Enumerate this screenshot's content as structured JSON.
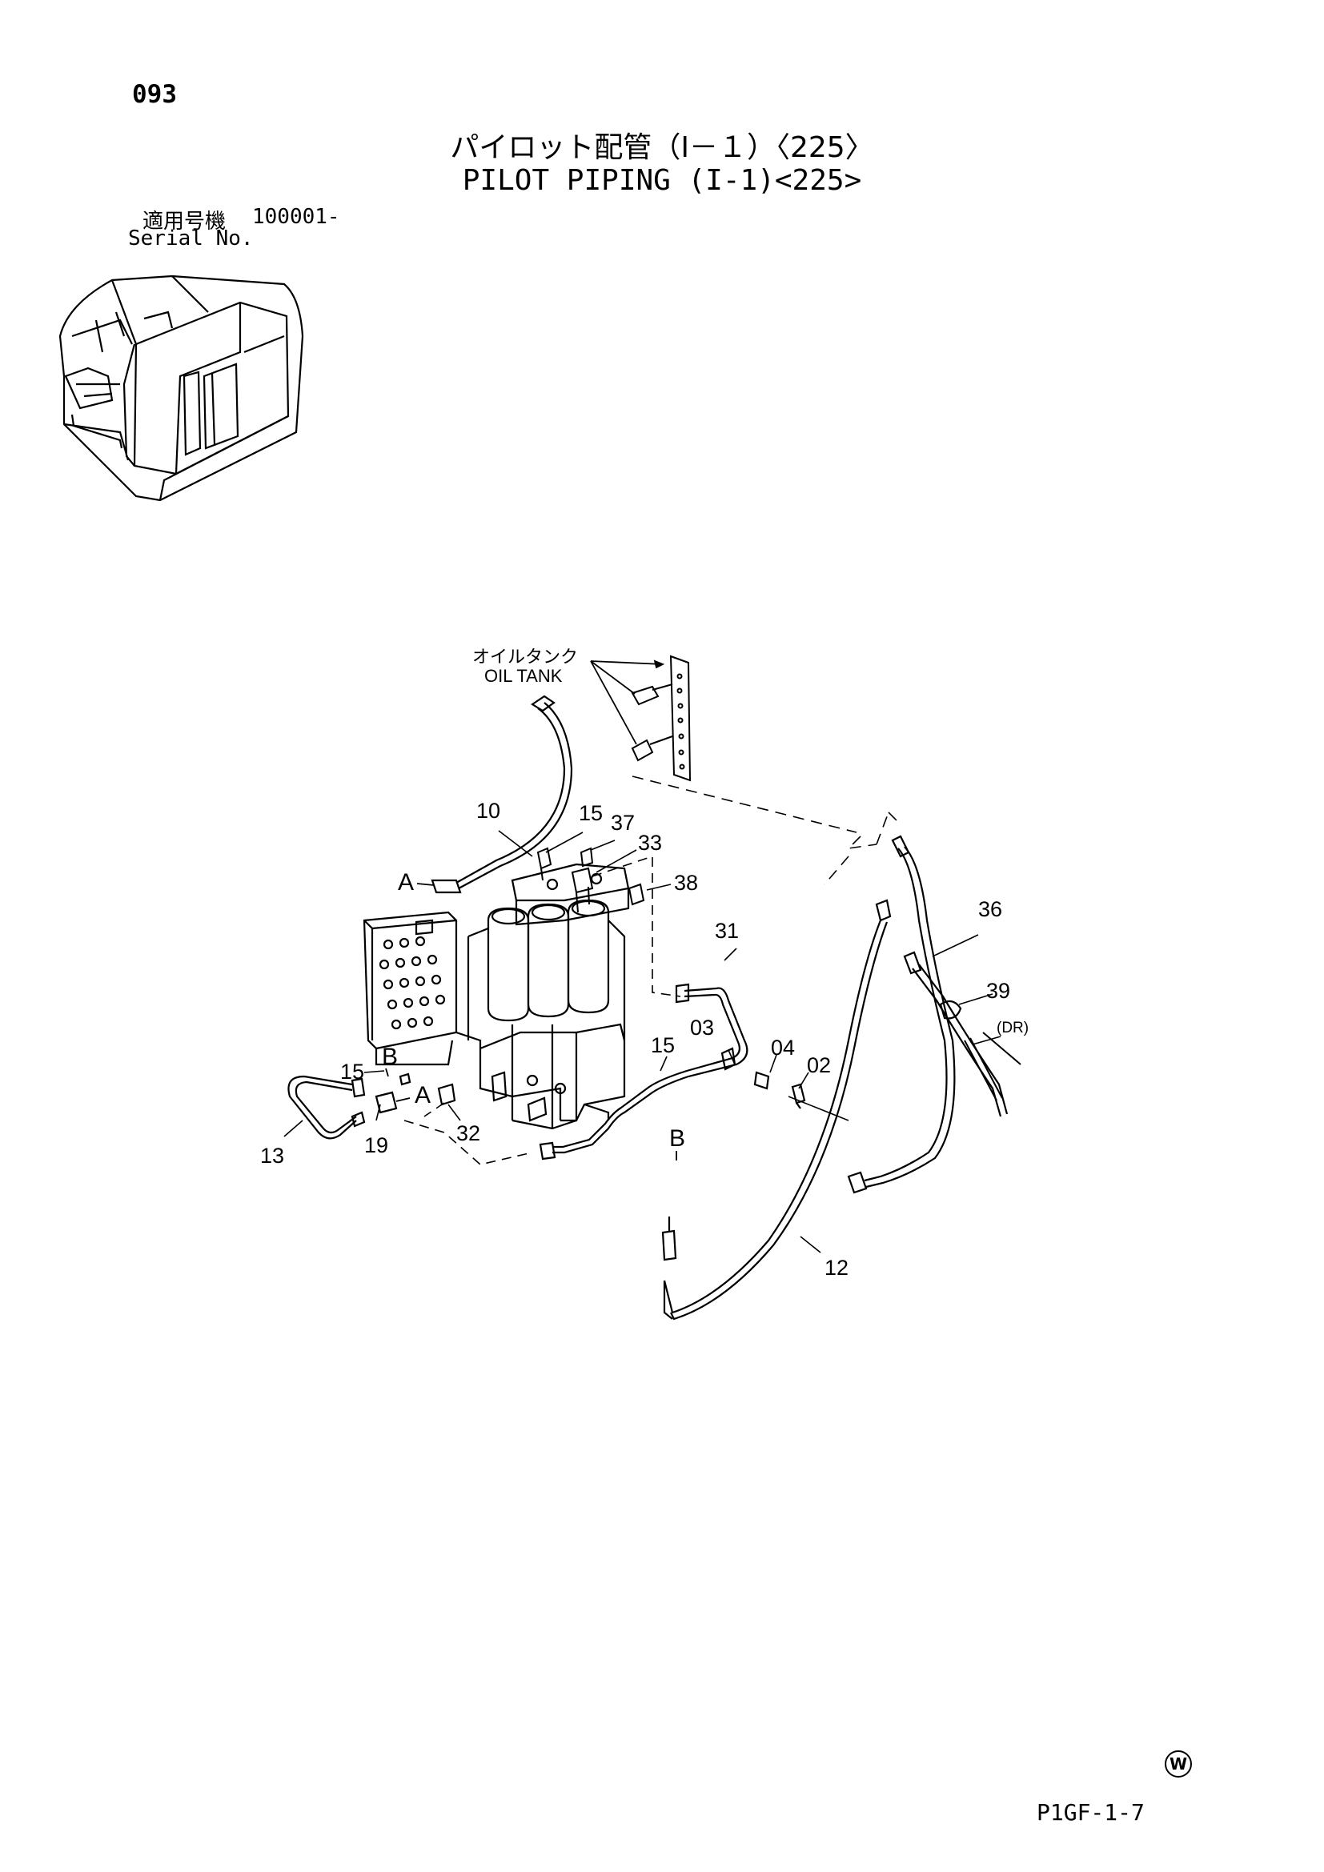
{
  "header": {
    "page_number": "093",
    "title_jp": "パイロット配管（Ⅰ－１）〈225〉",
    "title_en": "PILOT PIPING (I-1)<225>",
    "serial_label_jp": "適用号機",
    "serial_range": "100001-",
    "serial_label_en": "Serial No."
  },
  "diagram": {
    "oil_tank_jp": "オイルタンク",
    "oil_tank_en": "OIL TANK",
    "callouts": [
      {
        "id": "10",
        "label": "10"
      },
      {
        "id": "15-top",
        "label": "15"
      },
      {
        "id": "37",
        "label": "37"
      },
      {
        "id": "33",
        "label": "33"
      },
      {
        "id": "38",
        "label": "38"
      },
      {
        "id": "36",
        "label": "36"
      },
      {
        "id": "31",
        "label": "31"
      },
      {
        "id": "39",
        "label": "39"
      },
      {
        "id": "dr",
        "label": "(DR)"
      },
      {
        "id": "15-mid",
        "label": "15"
      },
      {
        "id": "03",
        "label": "03"
      },
      {
        "id": "04",
        "label": "04"
      },
      {
        "id": "02",
        "label": "02"
      },
      {
        "id": "15-left",
        "label": "15"
      },
      {
        "id": "13",
        "label": "13"
      },
      {
        "id": "19",
        "label": "19"
      },
      {
        "id": "32",
        "label": "32"
      },
      {
        "id": "12",
        "label": "12"
      },
      {
        "id": "a-top",
        "label": "A"
      },
      {
        "id": "a-low",
        "label": "A"
      },
      {
        "id": "b-left",
        "label": "B"
      },
      {
        "id": "b-right",
        "label": "B"
      }
    ]
  },
  "footer": {
    "manufacturer_mark": "W",
    "page_code": "P1GF-1-7"
  }
}
